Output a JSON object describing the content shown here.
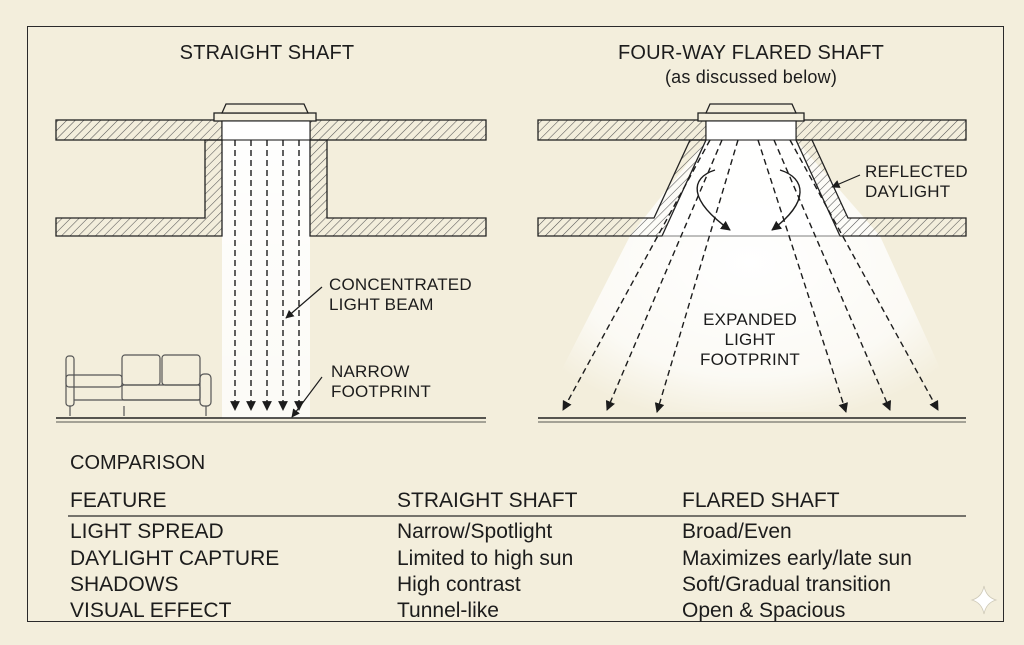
{
  "straight": {
    "title": "STRAIGHT SHAFT",
    "beam_label": [
      "CONCENTRATED",
      "LIGHT BEAM"
    ],
    "footprint_label": [
      "NARROW",
      "FOOTPRINT"
    ]
  },
  "flared": {
    "title": "FOUR-WAY FLARED SHAFT",
    "subtitle": "(as discussed below)",
    "reflect_label": [
      "REFLECTED",
      "DAYLIGHT"
    ],
    "footprint_label": [
      "EXPANDED",
      "LIGHT",
      "FOOTPRINT"
    ]
  },
  "comparison": {
    "title": "COMPARISON",
    "headers": [
      "FEATURE",
      "STRAIGHT SHAFT",
      "FLARED SHAFT"
    ],
    "rows": [
      [
        "LIGHT SPREAD",
        "Narrow/Spotlight",
        "Broad/Even"
      ],
      [
        "DAYLIGHT CAPTURE",
        "Limited to high sun",
        "Maximizes early/late sun"
      ],
      [
        "SHADOWS",
        "High contrast",
        "Soft/Gradual transition"
      ],
      [
        "VISUAL EFFECT",
        "Tunnel-like",
        "Open & Spacious"
      ]
    ]
  },
  "colors": {
    "background": "#f3eedc",
    "ink": "#1c1c1c",
    "light": "#ffffff"
  },
  "icons": [
    "skylight-dome-icon",
    "sofa-icon",
    "sparkle-icon"
  ]
}
